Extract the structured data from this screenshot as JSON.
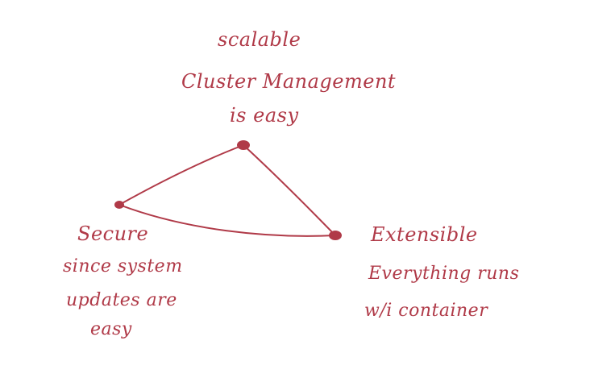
{
  "diagram": {
    "nodes": {
      "scalable": {
        "title": "scalable",
        "line1": "Cluster Management",
        "line2": "is easy"
      },
      "secure": {
        "title": "Secure",
        "line1": "since system",
        "line2": "updates are",
        "line3": "easy"
      },
      "extensible": {
        "title": "Extensible",
        "line1": "Everything runs",
        "line2": "w/i container"
      }
    },
    "edges": [
      [
        "scalable",
        "secure"
      ],
      [
        "secure",
        "extensible"
      ],
      [
        "extensible",
        "scalable"
      ]
    ],
    "ink_color": "#b03a48"
  }
}
